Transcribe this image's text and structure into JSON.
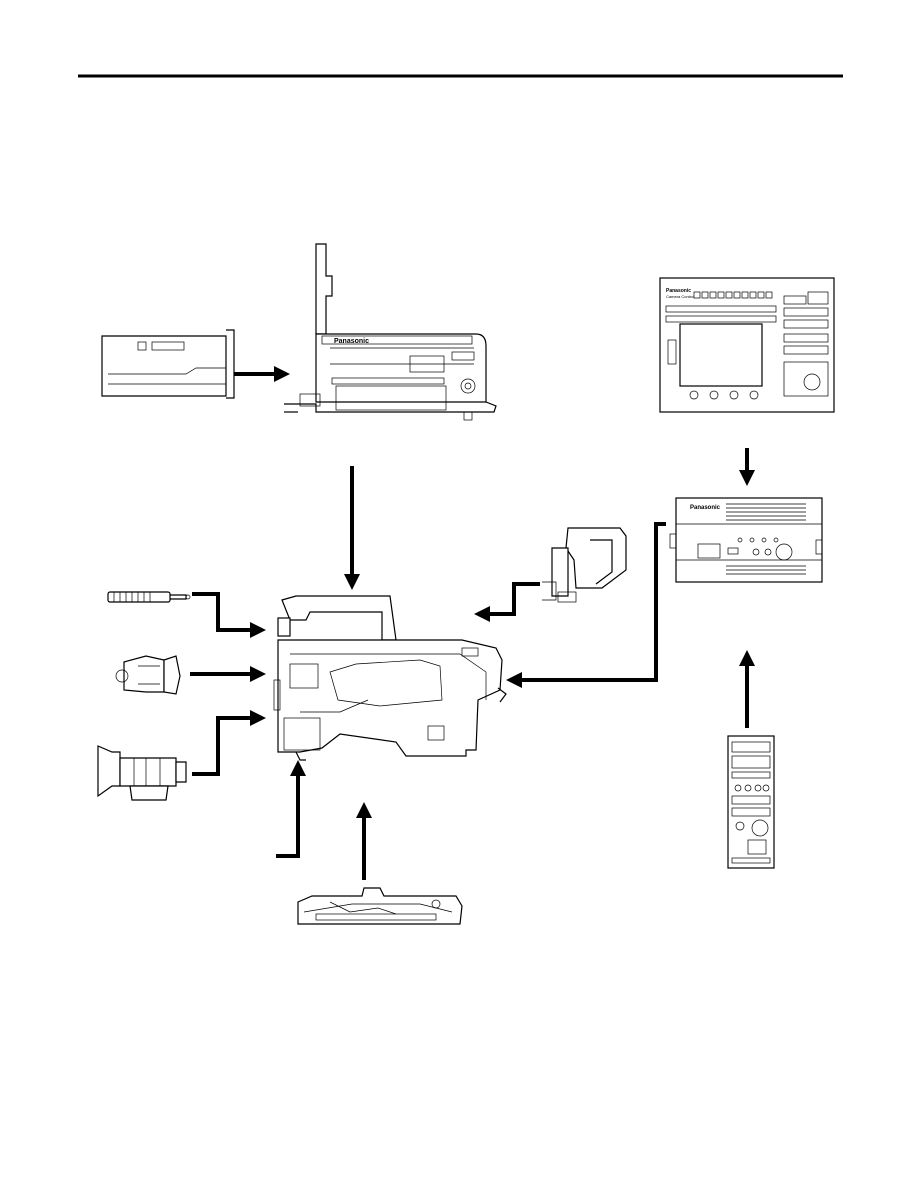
{
  "brands": {
    "pedestal": "Panasonic",
    "control_panel_top": "Panasonic",
    "control_panel_sub": "Camera Control",
    "ccu": "Panasonic"
  },
  "colors": {
    "line": "#000000",
    "background": "#ffffff"
  },
  "components": [
    "battery-icon",
    "camera-adapter-icon",
    "control-panel-icon",
    "ccu-icon",
    "viewfinder-icon",
    "microphone-icon",
    "eyecup-icon",
    "lens-icon",
    "camera-body-icon",
    "tripod-plate-icon",
    "remote-panel-icon"
  ]
}
